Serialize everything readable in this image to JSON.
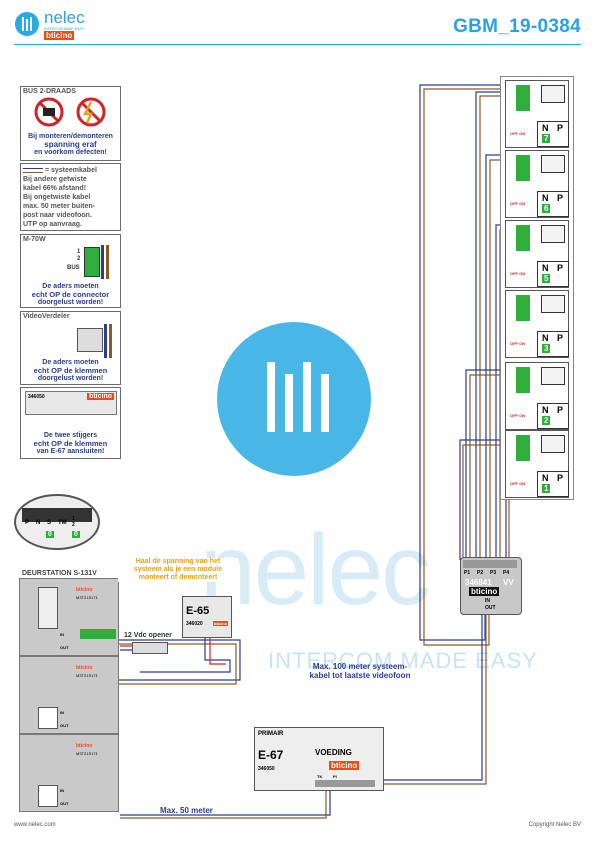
{
  "header": {
    "logo_name": "nelec",
    "logo_tagline": "INTERCOM MADE EASY",
    "logo_brand": "bticino",
    "doc_number": "GBM_19-0384"
  },
  "watermark": {
    "word": "nelec",
    "tagline": "INTERCOM MADE EASY"
  },
  "panels": {
    "bus": {
      "title": "BUS 2-DRAADS",
      "line1": "Bij monteren/demonteren",
      "line2": "spanning eraf",
      "line3": "en voorkom defecten!"
    },
    "cable": {
      "title": "= systeemkabel",
      "lines": [
        "Bij andere getwiste",
        "kabel 66% afstand!",
        "Bij ongetwiste kabel",
        "max. 50 meter buiten-",
        "post naar videofoon.",
        "UTP op aanvraag."
      ]
    },
    "m70w": {
      "title": "M-70W",
      "pin1": "1",
      "pin2": "2",
      "bus": "BUS",
      "line1": "De aders moeten",
      "line2": "echt OP de connector",
      "line3": "doorgelust worden!"
    },
    "vv": {
      "title": "VideoVerdeler",
      "line1": "De aders moeten",
      "line2": "echt OP de klemmen",
      "line3": "doorgelust worden!"
    },
    "e67": {
      "code": "346050",
      "brand": "bticino",
      "line1": "De twee stijgers",
      "line2": "echt OP de klemmen",
      "line3": "van E-67 aansluiten!"
    }
  },
  "door": {
    "title": "DEURSTATION S-131V",
    "keys": [
      "P",
      "N",
      "S",
      "TM",
      "1",
      "2"
    ],
    "sel1": "0",
    "sel2": "0",
    "module_code": "M3T21S171",
    "in_label": "IN",
    "out_label": "OUT",
    "brand": "bticino"
  },
  "warning": {
    "line1": "Haal de spanning van het",
    "line2": "systeem als je een module",
    "line3": "monteert of demonteert"
  },
  "opener": {
    "label": "12 Vdc opener"
  },
  "e65": {
    "name": "E-65",
    "code": "346020",
    "brand": "bticino"
  },
  "distributor": {
    "code": "346841",
    "suffix": "VV",
    "brand": "bticino",
    "ports": [
      "P1",
      "P2",
      "P3",
      "P4"
    ],
    "in": "IN",
    "out": "OUT"
  },
  "monitors": [
    {
      "n": "7",
      "p": "P",
      "nl": "N"
    },
    {
      "n": "6",
      "p": "P",
      "nl": "N"
    },
    {
      "n": "5",
      "p": "P",
      "nl": "N"
    },
    {
      "n": "3",
      "p": "P",
      "nl": "N"
    },
    {
      "n": "2",
      "p": "P",
      "nl": "N"
    },
    {
      "n": "1",
      "p": "P",
      "nl": "N"
    }
  ],
  "offon": "OFF ON",
  "psu": {
    "title": "PRIMAIR",
    "name": "E-67",
    "type": "VOEDING",
    "code": "346050",
    "brand": "bticino",
    "tk": "TK",
    "pi": "PI"
  },
  "captions": {
    "max100_1": "Max. 100 meter systeem-",
    "max100_2": "kabel tot laatste videofoon",
    "max50": "Max. 50 meter"
  },
  "footer": {
    "left": "www.nelec.com",
    "right": "Copyright Nelec BV"
  },
  "colors": {
    "accent": "#2aa3dc",
    "wire_blue": "#2b3d8f",
    "wire_brown": "#8b5a2b",
    "wire_red": "#d2232a",
    "green": "#2fae3b"
  }
}
